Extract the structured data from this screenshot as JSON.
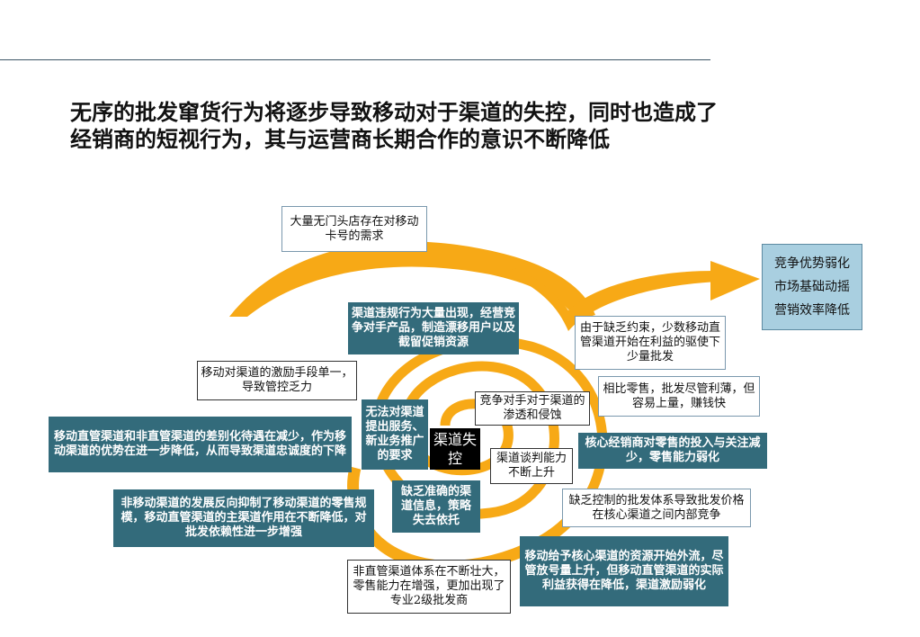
{
  "title": {
    "line1": "无序的批发窜货行为将逐步导致移动对于渠道的失控，同时也造成了",
    "line2": "经销商的短视行为，其与运营商长期合作的意识不断降低"
  },
  "colors": {
    "swirl": "#f7a916",
    "teal": "#336b7b",
    "light_blue": "#a9cfe0",
    "rule": "#3d5566"
  },
  "center": {
    "label": "渠道失控"
  },
  "nodes": {
    "storefront_demand": "大量无门头店存在对移动卡号的需求",
    "violations": "渠道违规行为大量出现，经营竞争对手产品，制造漂移用户以及截留促销资源",
    "lack_of_constraint": "由于缺乏约束，少数移动直管渠道开始在利益的驱使下少量批发",
    "single_incentive": "移动对渠道的激励手段单一，导致管控乏力",
    "cannot_demand": "无法对渠道提出服务、新业务推广的要求",
    "competitor_penetration": "竞争对手对于渠道的渗透和侵蚀",
    "low_margin_retail": "相比零售，批发尽管利薄，但容易上量，赚钱快",
    "differentiation": "移动直管渠道和非直管渠道的差别化待遇在减少，作为移动渠道的优势在进一步降低，从而导致渠道忠诚度的下降",
    "core_dealer_investment": "核心经销商对零售的投入与关注减少，零售能力弱化",
    "bargaining_power": "渠道谈判能力不断上升",
    "lack_info": "缺乏准确的渠道信息，策略失去依托",
    "uncontrolled_wholesale": "缺乏控制的批发体系导致批发价格在核心渠道之间内部竞争",
    "non_direct_suppression": "非移动渠道的发展反向抑制了移动渠道的零售规模，移动直管渠道的主渠道作用在不断降低，对批发依赖性进一步增强",
    "resource_outflow": "移动给予核心渠道的资源开始外流，尽管放号量上升，但移动直管渠道的实际利益获得在降低，渠道激励弱化",
    "non_direct_growth": "非直管渠道体系在不断壮大，零售能力在增强，更加出现了专业2级批发商"
  },
  "outcomes": [
    "竞争优势弱化",
    "市场基础动摇",
    "营销效率降低"
  ]
}
